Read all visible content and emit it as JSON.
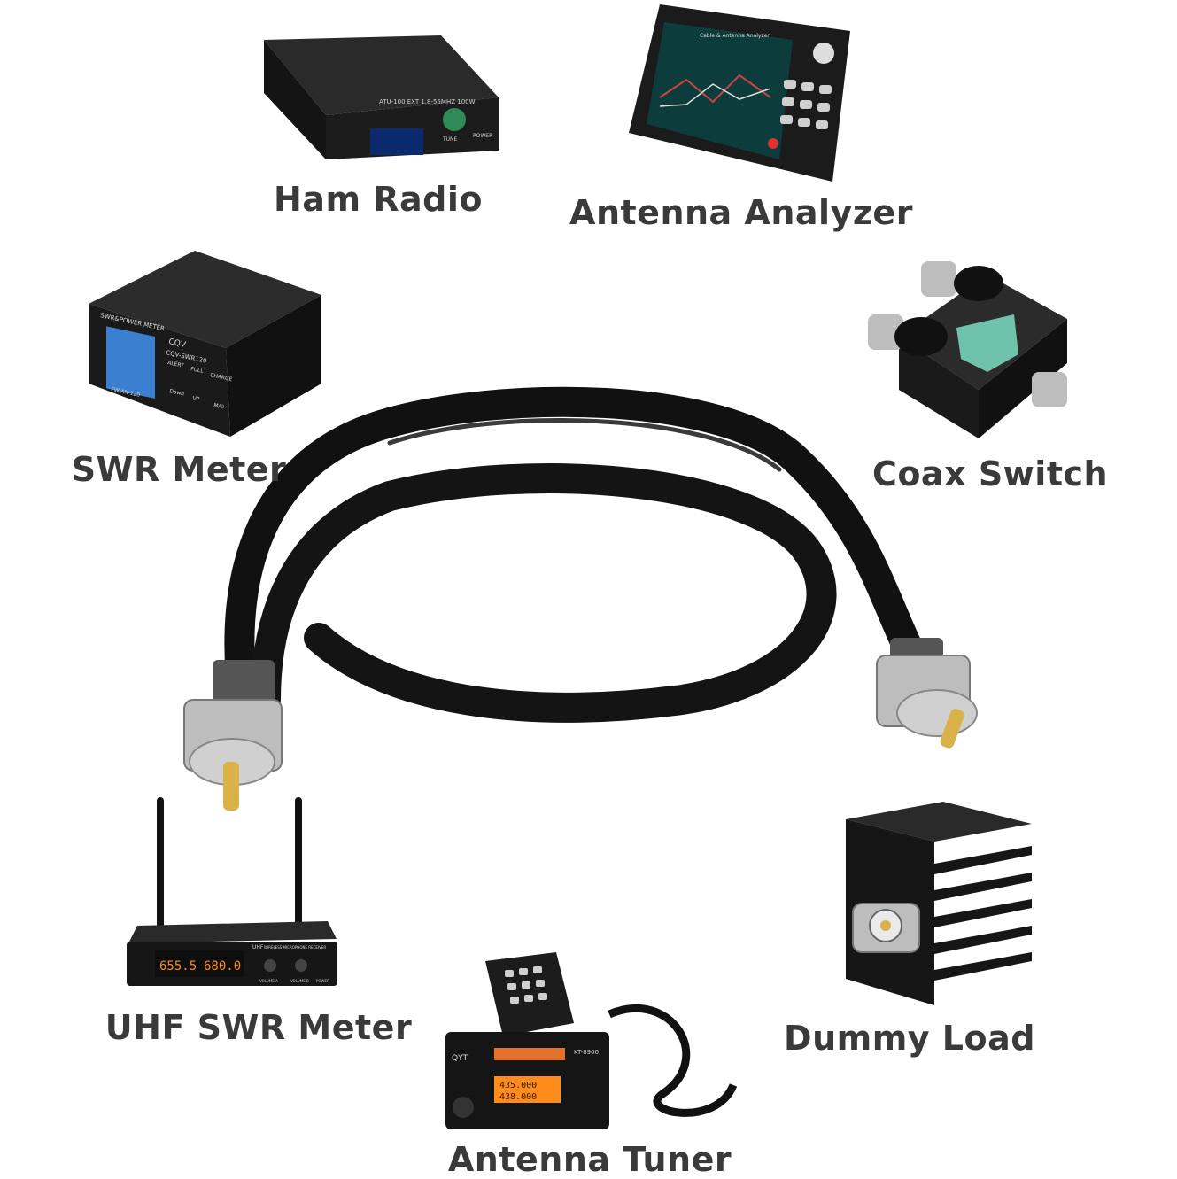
{
  "items": [
    {
      "key": "ham_radio",
      "label": "Ham Radio",
      "device_text": [
        "ATU-100 EXT 1.8-55MHZ 100W",
        "TUNE",
        "POWER"
      ]
    },
    {
      "key": "antenna_analyzer",
      "label": "Antenna Analyzer",
      "device_text": [
        "Cable & Antenna Analyzer"
      ]
    },
    {
      "key": "swr_meter",
      "label": "SWR Meter",
      "device_text": [
        "SWR&POWER METER",
        "CQV",
        "CQV-SWR120",
        "FW-AN-120",
        "ALERT",
        "FULL",
        "CHARGE",
        "Down",
        "UP",
        "M/⏻"
      ]
    },
    {
      "key": "coax_switch",
      "label": "Coax Switch"
    },
    {
      "key": "uhf_swr_meter",
      "label": "UHF SWR Meter",
      "device_text": [
        "UHF",
        "WIRELESS MICROPHONE RECEIVER",
        "655.5",
        "680.0",
        "VOLUME-A",
        "VOLUME-B",
        "POWER"
      ]
    },
    {
      "key": "antenna_tuner",
      "label": "Antenna Tuner",
      "device_text": [
        "QYT",
        "KT-8900",
        "435.000",
        "438.000"
      ]
    },
    {
      "key": "dummy_load",
      "label": "Dummy Load"
    }
  ],
  "colors": {
    "label": "#3a3a3a",
    "cable": "#111111",
    "device": "#1c1c1c",
    "chrome": "#c8c8c8",
    "gold": "#d9b24a",
    "knob": "#2e8b57",
    "switch_knob": "#6fc2ac",
    "lcd_orange": "#ff8c1a"
  }
}
